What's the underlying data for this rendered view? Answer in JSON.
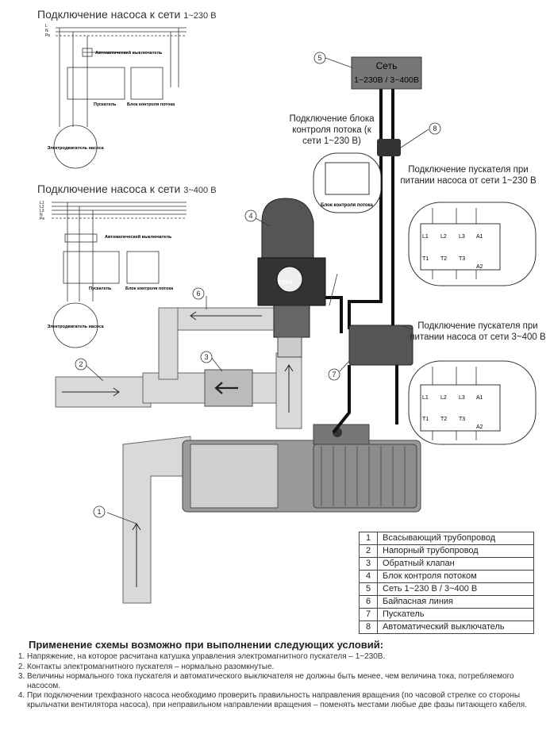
{
  "headings": {
    "single_phase": "Подключение насоса к сети",
    "single_phase_voltage": "1~230 В",
    "three_phase": "Подключение насоса к сети",
    "three_phase_voltage": "3~400 В"
  },
  "mini_schema": {
    "breaker": "Автоматический выключатель",
    "starter": "Пускатель",
    "flow_control": "Блок контроля потока",
    "motor": "Электродвигатель насоса",
    "lines_1ph": [
      "L",
      "N",
      "Pe"
    ],
    "lines_3ph": [
      "L1",
      "L2",
      "L3",
      "N",
      "Pe"
    ]
  },
  "callouts": {
    "network_title": "Сеть",
    "network_voltage": "1~230В / 3~400В",
    "flow_block_conn": "Подключение блока контроля потока (к сети 1~230 В)",
    "flow_block_small": "Блок контроля потока",
    "starter_1ph": "Подключение пускателя при питании насоса от сети 1~230 В",
    "starter_3ph": "Подключение пускателя при питании насоса от сети 3~400 В",
    "brand": "ESPA"
  },
  "markers": [
    "1",
    "2",
    "3",
    "4",
    "5",
    "6",
    "7",
    "8"
  ],
  "legend": [
    {
      "num": "1",
      "text": "Всасывающий трубопровод"
    },
    {
      "num": "2",
      "text": "Напорный трубопровод"
    },
    {
      "num": "3",
      "text": "Обратный клапан"
    },
    {
      "num": "4",
      "text": "Блок контроля потоком"
    },
    {
      "num": "5",
      "text": "Сеть 1~230 В / 3~400 В"
    },
    {
      "num": "6",
      "text": "Байпасная линия"
    },
    {
      "num": "7",
      "text": "Пускатель"
    },
    {
      "num": "8",
      "text": "Автоматический выключатель"
    }
  ],
  "conditions": {
    "title": "Применение схемы возможно при выполнении следующих условий:",
    "items": [
      "Напряжение, на которое расчитана катушка управления электромагнитного пускателя – 1~230В.",
      "Контакты электромагнитного пускателя – нормально разомкнутые.",
      "Величины нормального тока пускателя и автоматического выключателя не должны быть менее, чем величина тока, потребляемого насосом.",
      "При подключении трехфазного насоса необходимо проверить правильность направления вращения (по часовой стрелке со стороны крыльчатки вентилятора насоса), при неправильном направлении вращения – поменять местами любые две фазы питающего кабеля."
    ]
  },
  "colors": {
    "pipe": "#d9d9d9",
    "device": "#555555",
    "line": "#222222"
  }
}
